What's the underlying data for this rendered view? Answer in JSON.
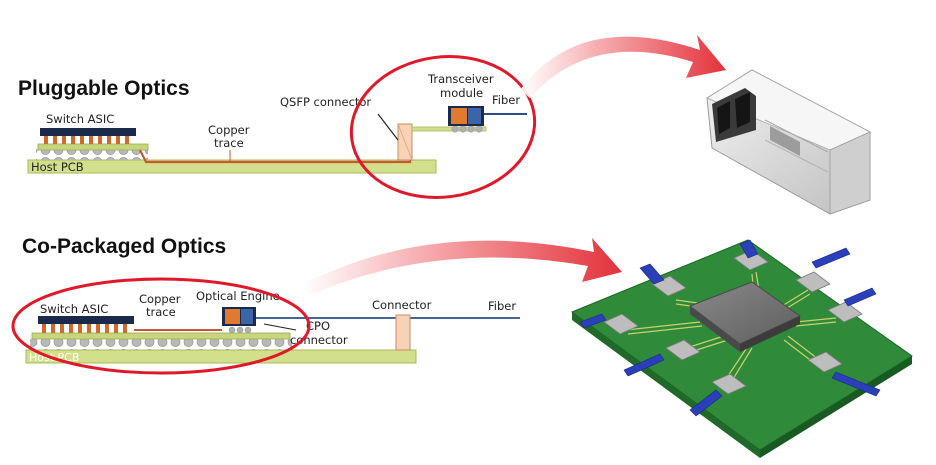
{
  "titles": {
    "pluggable": "Pluggable Optics",
    "copackaged": "Co-Packaged Optics"
  },
  "top_diagram": {
    "switch_asic": "Switch ASIC",
    "copper_trace_line1": "Copper",
    "copper_trace_line2": "trace",
    "qsfp_connector": "QSFP connector",
    "transceiver_line1": "Transceiver",
    "transceiver_line2": "module",
    "fiber": "Fiber",
    "host_pcb": "Host PCB"
  },
  "bottom_diagram": {
    "switch_asic": "Switch ASIC",
    "copper_trace_line1": "Copper",
    "copper_trace_line2": "trace",
    "optical_engine": "Optical Engine",
    "cpo_connector_line1": "CPO",
    "cpo_connector_line2": "connector",
    "connector": "Connector",
    "fiber": "Fiber",
    "host_pcb": "Host PCB"
  },
  "colors": {
    "pcb": "#d2e08c",
    "pcb_edge": "#a9b85a",
    "chip": "#1b2a4a",
    "trace": "#c8582d",
    "fiber": "#2c4e86",
    "highlight": "#e0192a",
    "arrow": "#e8434a",
    "board": "#2f8a3a",
    "cable": "#2a3fb8"
  },
  "icons": {
    "transceiver": "sfp-transceiver-icon",
    "cpo_board": "cpo-board-icon"
  }
}
